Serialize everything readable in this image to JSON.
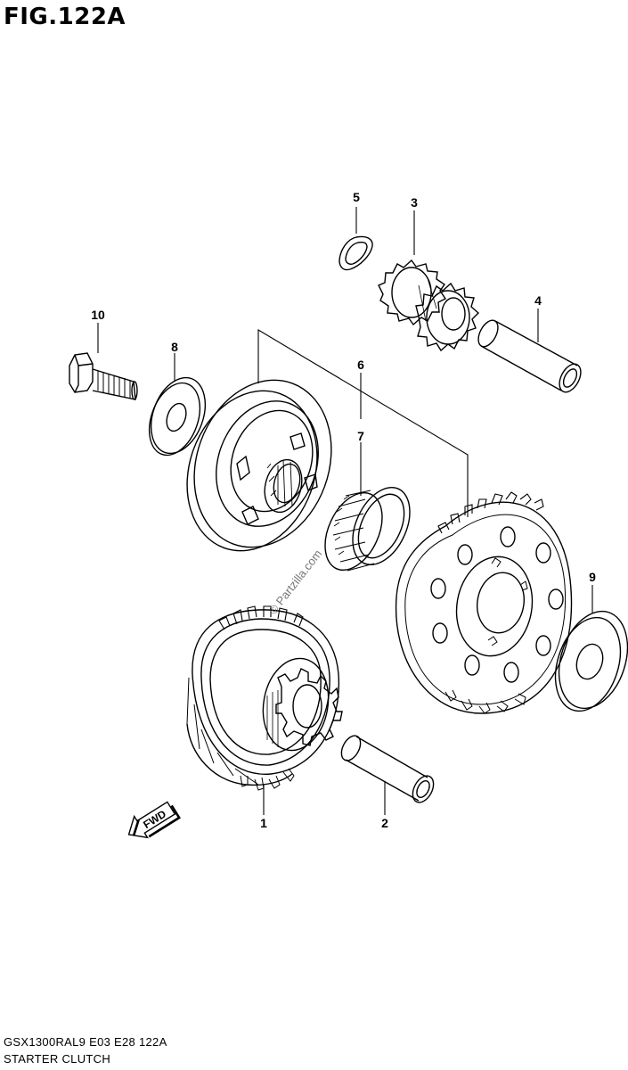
{
  "figure": {
    "title": "FIG.122A",
    "model_code": "GSX1300RAL9  E03  E28  122A",
    "assembly_name": "STARTER CLUTCH",
    "watermark": "© Partzilla.com",
    "direction_arrow": "FWD"
  },
  "parts": [
    {
      "number": "1",
      "icon": "starter-clutch-gear-assembly-icon"
    },
    {
      "number": "2",
      "icon": "shaft-pin-icon"
    },
    {
      "number": "3",
      "icon": "idle-gear-icon"
    },
    {
      "number": "4",
      "icon": "shaft-pin-icon"
    },
    {
      "number": "5",
      "icon": "circlip-ring-icon"
    },
    {
      "number": "6",
      "icon": "one-way-clutch-housing-icon"
    },
    {
      "number": "7",
      "icon": "needle-bearing-icon"
    },
    {
      "number": "8",
      "icon": "washer-icon"
    },
    {
      "number": "9",
      "icon": "washer-icon"
    },
    {
      "number": "10",
      "icon": "bolt-icon"
    }
  ]
}
